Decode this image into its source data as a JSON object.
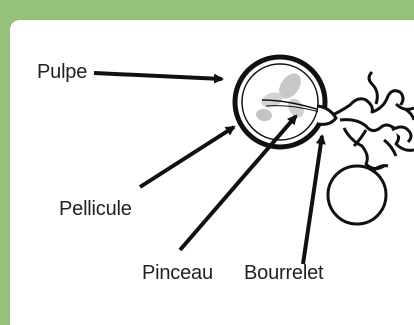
{
  "labels": {
    "pulpe": "Pulpe",
    "pellicule": "Pellicule",
    "pinceau": "Pinceau",
    "bourrelet": "Bourrelet"
  },
  "colors": {
    "border": "#95c17a",
    "panel": "#ffffff",
    "ink": "#111111",
    "pulp_shade": "#c8c8c8"
  }
}
